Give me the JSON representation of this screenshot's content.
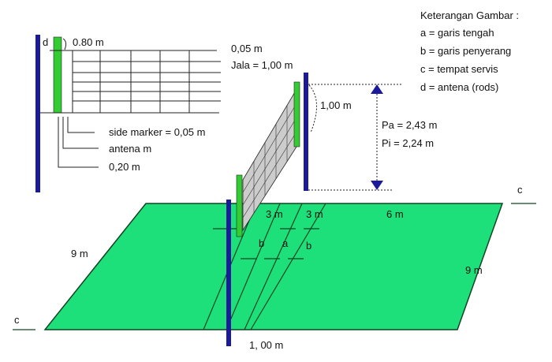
{
  "legend": {
    "title": "Keterangan Gambar :",
    "items": [
      "a = garis tengah",
      "b = garis penyerang",
      "c = tempat servis",
      "d = antena (rods)"
    ]
  },
  "detail": {
    "d_label": "d",
    "antenna_top": "0.80 m",
    "band": "0,05 m",
    "net_height": "Jala = 1,00 m",
    "side_marker": "side marker = 0,05 m",
    "antenna": "antena m",
    "post_offset": "0,20 m"
  },
  "court": {
    "net_top": "1,00 m",
    "height_men": "Pa = 2,43 m",
    "height_women": "Pi = 2,24 m",
    "zone1": "3 m",
    "zone2": "3 m",
    "zone3": "6 m",
    "width": "9 m",
    "length": "9 m",
    "post_distance": "1, 00 m",
    "line_a": "a",
    "line_b1": "b",
    "line_b2": "b",
    "serve_left": "c",
    "serve_right": "c"
  },
  "colors": {
    "court": "#1ee07a",
    "pole": "#1a1a9a",
    "antenna": "#33cc33"
  }
}
